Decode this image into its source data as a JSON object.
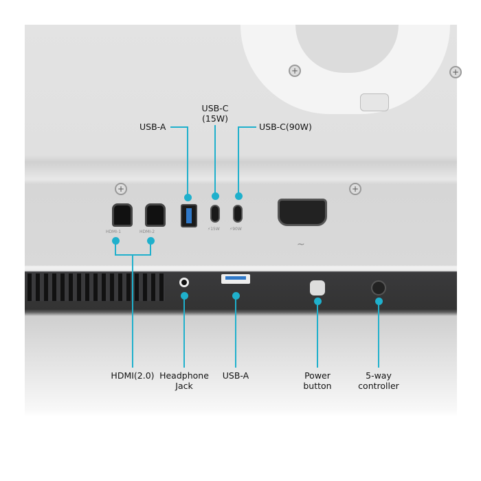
{
  "top_labels": {
    "usb_a": "USB-A",
    "usb_c_15w": "USB-C\n(15W)",
    "usb_c_90w": "USB-C(90W)"
  },
  "bottom_labels": {
    "hdmi": "HDMI(2.0)",
    "headphone": "Headphone\nJack",
    "usb_a": "USB-A",
    "power": "Power\nbutton",
    "controller": "5-way\ncontroller"
  },
  "port_markings": {
    "hdmi1": "HDMI-1",
    "hdmi2": "HDMI-2",
    "c15": "⚡15W",
    "c90": "⚡90W",
    "ac": "~"
  },
  "colors": {
    "accent": "#1fb0cc"
  }
}
